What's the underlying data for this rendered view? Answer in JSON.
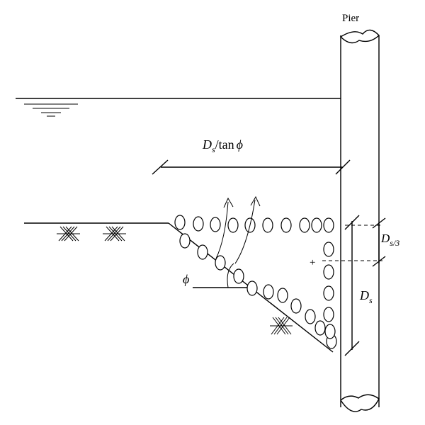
{
  "labels": {
    "pier": "Pier",
    "ds": "D",
    "ds_sub": "s",
    "ds_over_tan_sub": "s",
    "ds_over_tan_rest": "/tan",
    "phi": "ϕ",
    "ds3_sub": "s/3",
    "plus": "+"
  }
}
